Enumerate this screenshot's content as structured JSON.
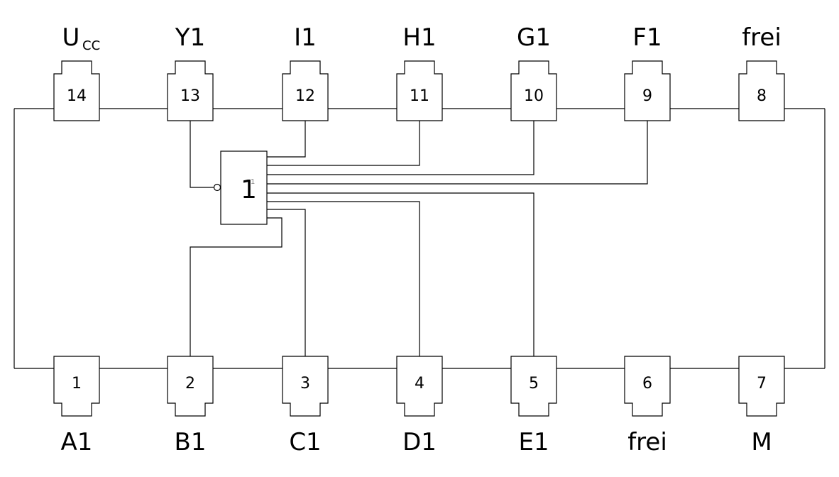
{
  "top_pins": [
    {
      "number": "14",
      "label": "U",
      "sub": "CC"
    },
    {
      "number": "13",
      "label": "Y1"
    },
    {
      "number": "12",
      "label": "I1"
    },
    {
      "number": "11",
      "label": "H1"
    },
    {
      "number": "10",
      "label": "G1"
    },
    {
      "number": "9",
      "label": "F1"
    },
    {
      "number": "8",
      "label": "frei"
    }
  ],
  "bottom_pins": [
    {
      "number": "1",
      "label": "A1"
    },
    {
      "number": "2",
      "label": "B1"
    },
    {
      "number": "3",
      "label": "C1"
    },
    {
      "number": "4",
      "label": "D1"
    },
    {
      "number": "5",
      "label": "E1"
    },
    {
      "number": "6",
      "label": "frei"
    },
    {
      "number": "7",
      "label": "M"
    }
  ],
  "gate": {
    "symbol": "1",
    "sup": "1"
  }
}
